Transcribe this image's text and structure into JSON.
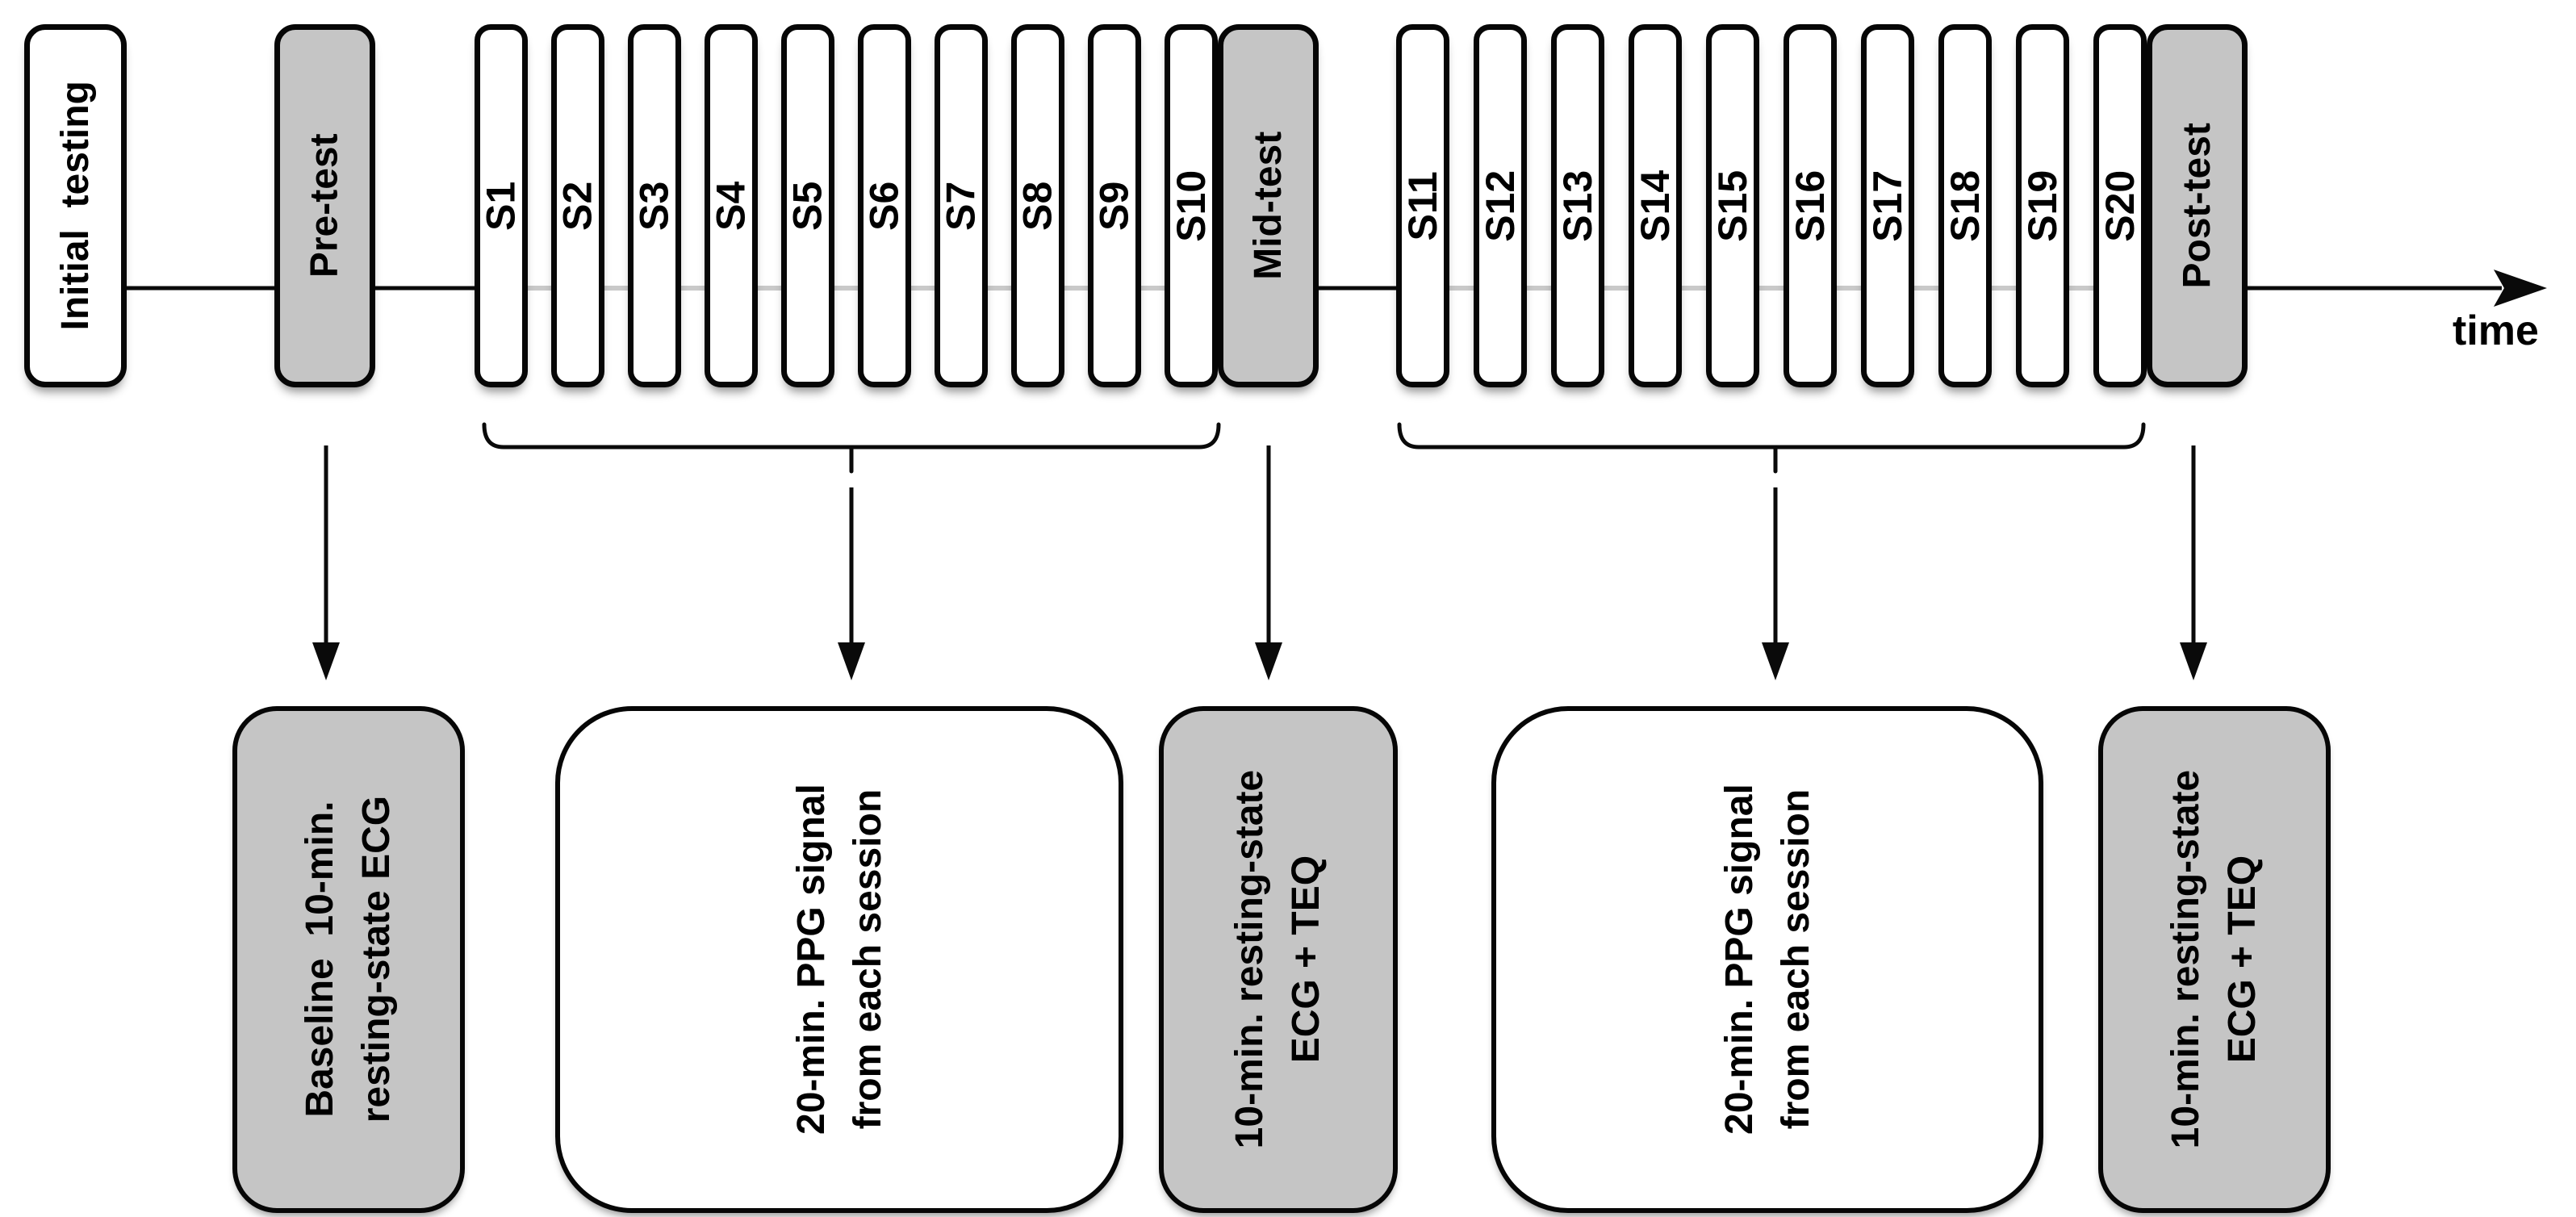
{
  "figure": {
    "type": "study-design-timeline"
  },
  "timeline": {
    "boxes": {
      "initial": "Initial  testing",
      "pre": "Pre-test",
      "mid": "Mid-test",
      "post": "Post-test"
    },
    "sessions": [
      "S1",
      "S2",
      "S3",
      "S4",
      "S5",
      "S6",
      "S7",
      "S8",
      "S9",
      "S10",
      "S11",
      "S12",
      "S13",
      "S14",
      "S15",
      "S16",
      "S17",
      "S18",
      "S19",
      "S20"
    ],
    "axis_label": "time"
  },
  "outcomes": {
    "baseline_ecg": "Baseline  10-min.\nresting-state ECG",
    "ppg_block1": "20-min. PPG signal\nfrom each session",
    "midtest_ecg": "10-min. resting-state\nECG + TEQ",
    "ppg_block2": "20-min. PPG signal\nfrom each session",
    "posttest_ecg": "10-min. resting-state\nECG + TEQ"
  },
  "colors": {
    "highlight_fill": "#c5c5c5",
    "plain_fill": "#ffffff",
    "line": "#000000"
  }
}
